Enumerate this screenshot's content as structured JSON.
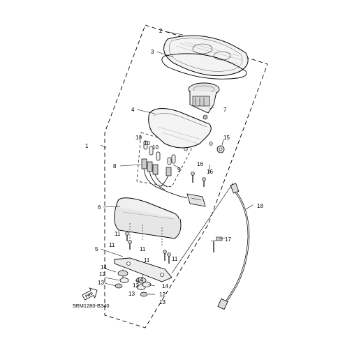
{
  "diagram": {
    "callouts": [
      {
        "id": "c1",
        "text": "1"
      },
      {
        "id": "c2",
        "text": "2"
      },
      {
        "id": "c3",
        "text": "3"
      },
      {
        "id": "c4",
        "text": "4"
      },
      {
        "id": "c5",
        "text": "5"
      },
      {
        "id": "c6",
        "text": "6"
      },
      {
        "id": "c7",
        "text": "7"
      },
      {
        "id": "c8",
        "text": "8"
      },
      {
        "id": "c9",
        "text": "9"
      },
      {
        "id": "c10a",
        "text": "10"
      },
      {
        "id": "c10b",
        "text": "10"
      },
      {
        "id": "c10c",
        "text": "10"
      },
      {
        "id": "c11a",
        "text": "11"
      },
      {
        "id": "c11b",
        "text": "11"
      },
      {
        "id": "c11c",
        "text": "11"
      },
      {
        "id": "c11d",
        "text": "11"
      },
      {
        "id": "c11e",
        "text": "11"
      },
      {
        "id": "c12a",
        "text": "12"
      },
      {
        "id": "c12b",
        "text": "12"
      },
      {
        "id": "c12c",
        "text": "12"
      },
      {
        "id": "c13a",
        "text": "13"
      },
      {
        "id": "c13b",
        "text": "13"
      },
      {
        "id": "c13c",
        "text": "13"
      },
      {
        "id": "c14a",
        "text": "14"
      },
      {
        "id": "c14b",
        "text": "14"
      },
      {
        "id": "c14c",
        "text": "14"
      },
      {
        "id": "c15",
        "text": "15"
      },
      {
        "id": "c16a",
        "text": "16"
      },
      {
        "id": "c16b",
        "text": "16"
      },
      {
        "id": "c17",
        "text": "17"
      },
      {
        "id": "c18",
        "text": "18"
      }
    ],
    "fwd_mark": "FWD",
    "code": "5RM1280-B340"
  }
}
